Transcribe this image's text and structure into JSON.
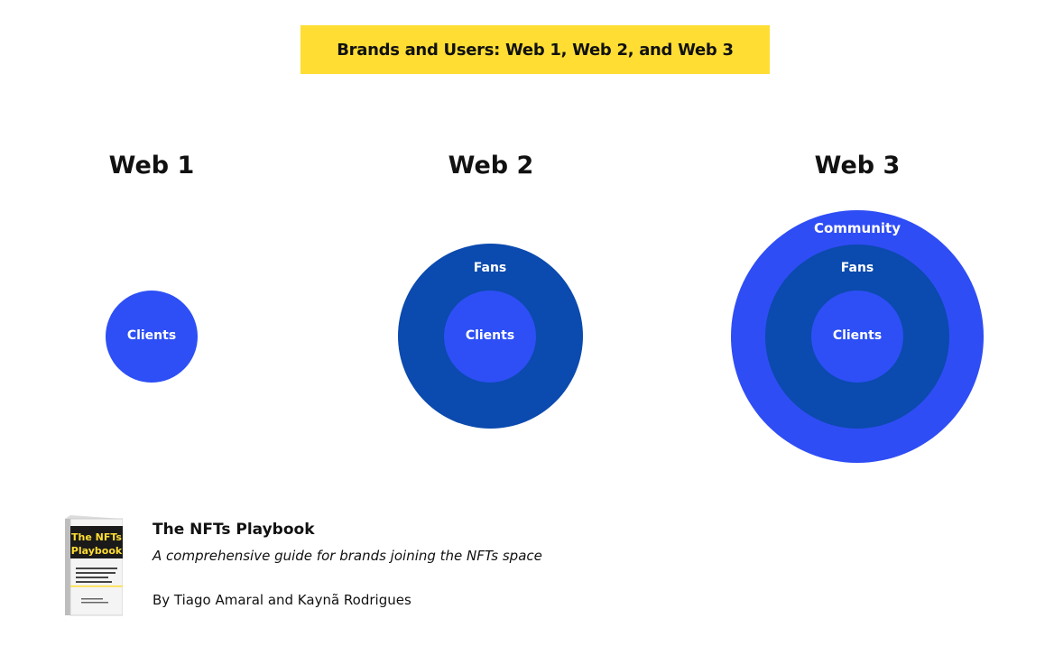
{
  "title": "Brands and Users: Web 1, Web 2, and Web 3",
  "colors": {
    "banner": "#FFDD33",
    "clients": "#2D4FF5",
    "fans": "#0B4AAE",
    "community": "#2F4DF5",
    "text_dark": "#111111",
    "text_light": "#FFFFFF"
  },
  "columns": [
    {
      "heading": "Web 1",
      "rings": [
        "Clients"
      ]
    },
    {
      "heading": "Web 2",
      "rings": [
        "Fans",
        "Clients"
      ]
    },
    {
      "heading": "Web 3",
      "rings": [
        "Community",
        "Fans",
        "Clients"
      ]
    }
  ],
  "book": {
    "cover_title_line1": "The NFTs",
    "cover_title_line2": "Playbook",
    "title": "The NFTs Playbook",
    "subtitle": "A comprehensive guide for brands joining the NFTs space",
    "authors": "By Tiago Amaral and Kaynã Rodrigues"
  }
}
